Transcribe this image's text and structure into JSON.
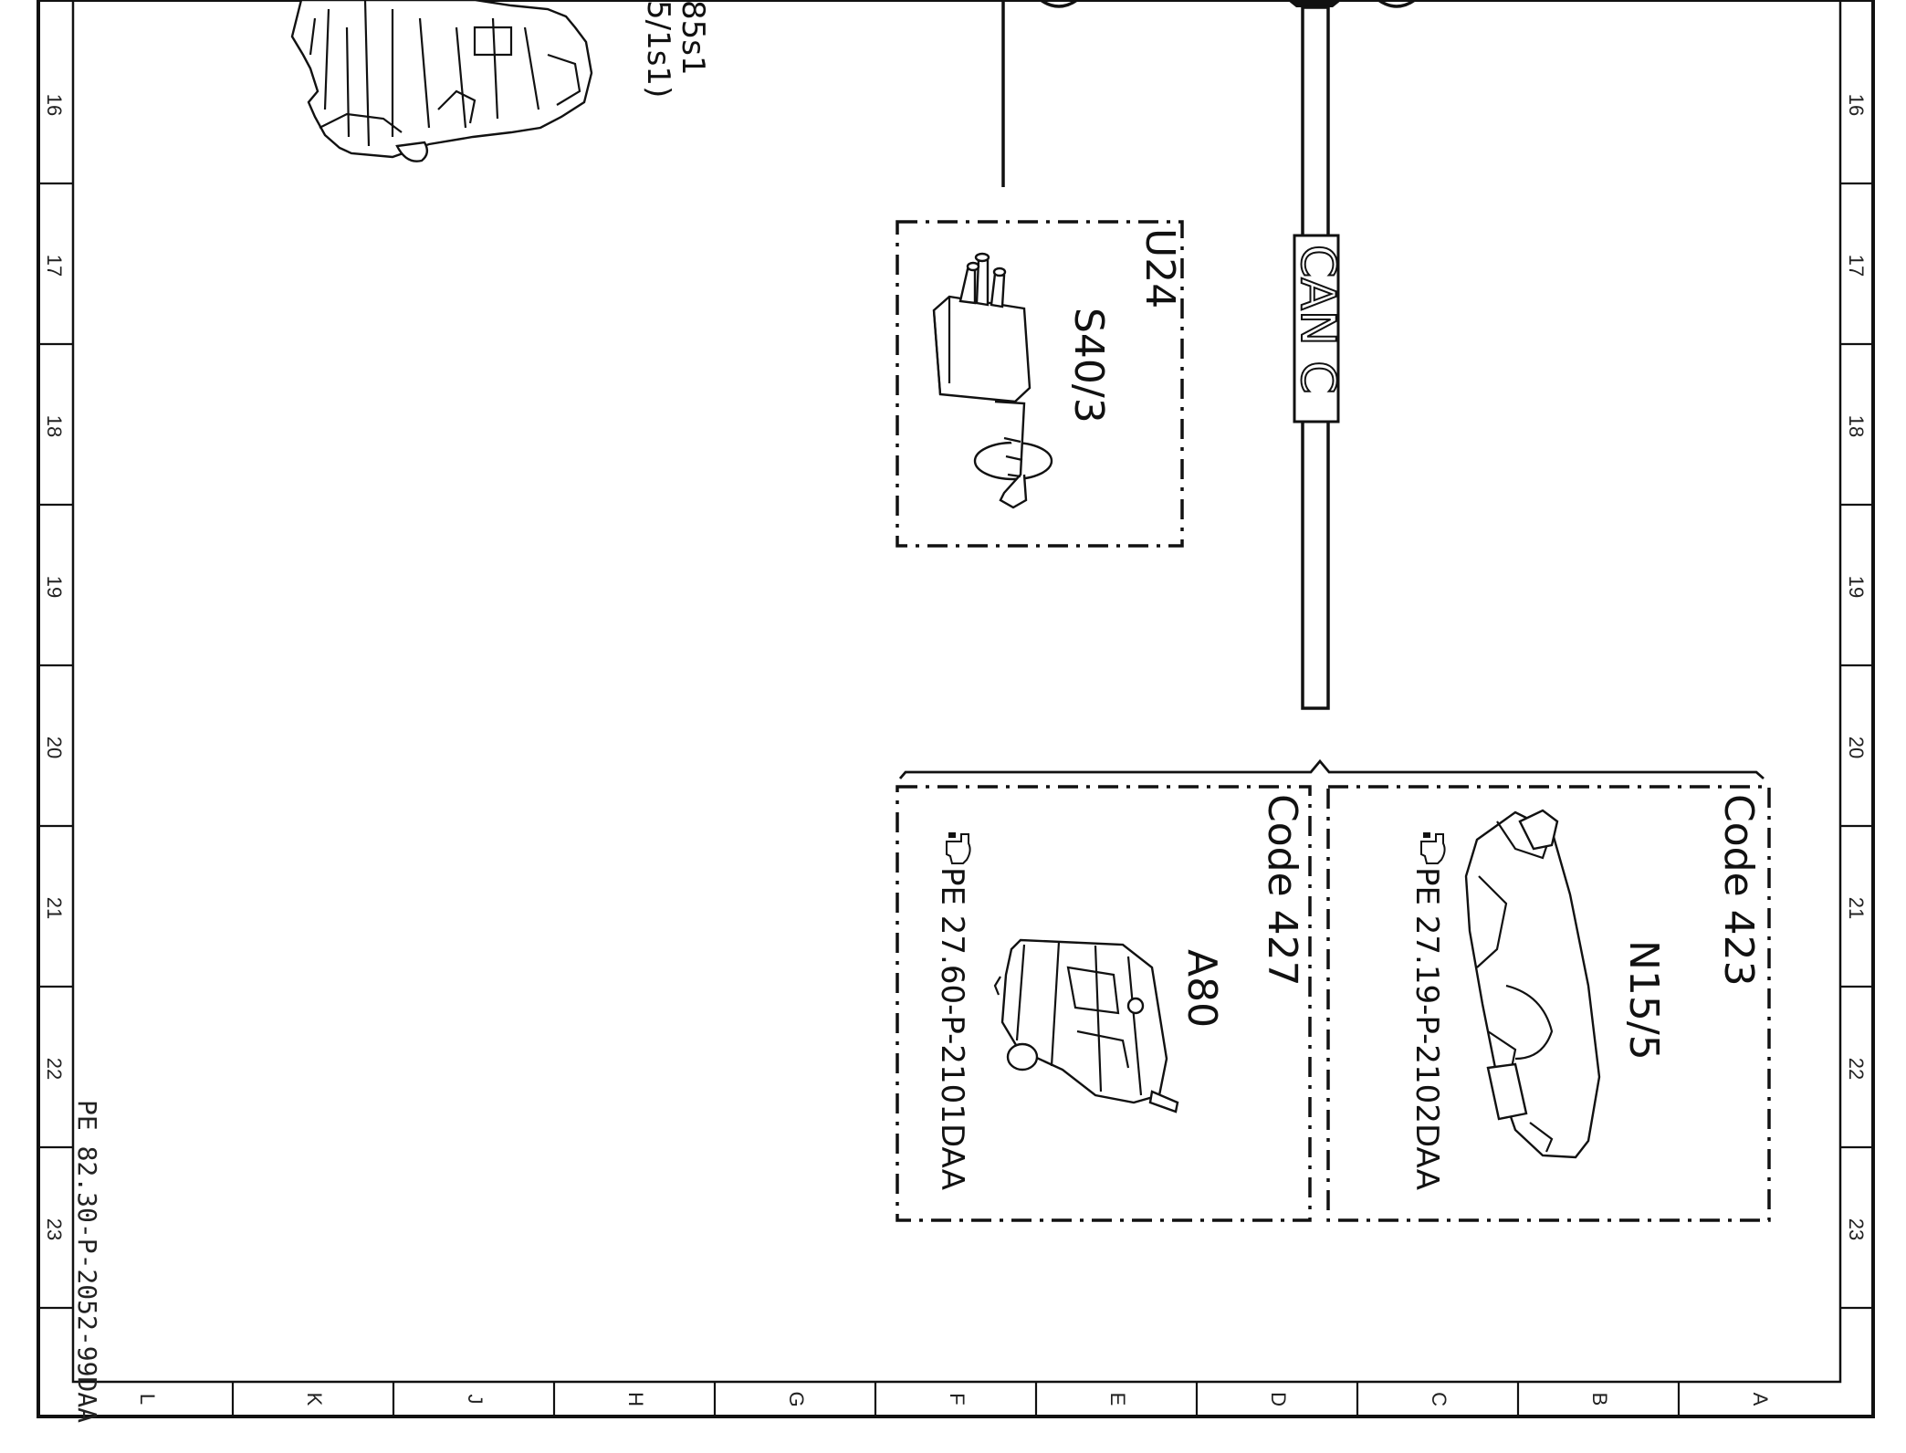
{
  "drawing_number": "PE 82.30-P-2052-99DAA",
  "row_labels": [
    "16",
    "17",
    "18",
    "19",
    "20",
    "21",
    "22",
    "23"
  ],
  "column_labels": [
    "L",
    "K",
    "J",
    "H",
    "G",
    "F",
    "E",
    "D",
    "C",
    "B",
    "A"
  ],
  "partial_labels": {
    "line1": "85s1",
    "line2": "5/1s1)"
  },
  "bus": {
    "label": "CAN C"
  },
  "modules": {
    "u24": {
      "code": "U24",
      "part": "S40/3"
    },
    "a80": {
      "code": "Code 427",
      "part": "A80",
      "ref": "PE 27.60-P-2101DAA"
    },
    "n15": {
      "code": "Code 423",
      "part": "N15/5",
      "ref": "PE 27.19-P-2102DAA"
    }
  },
  "icons": {
    "reference_pointer": "pointing-hand-icon"
  }
}
